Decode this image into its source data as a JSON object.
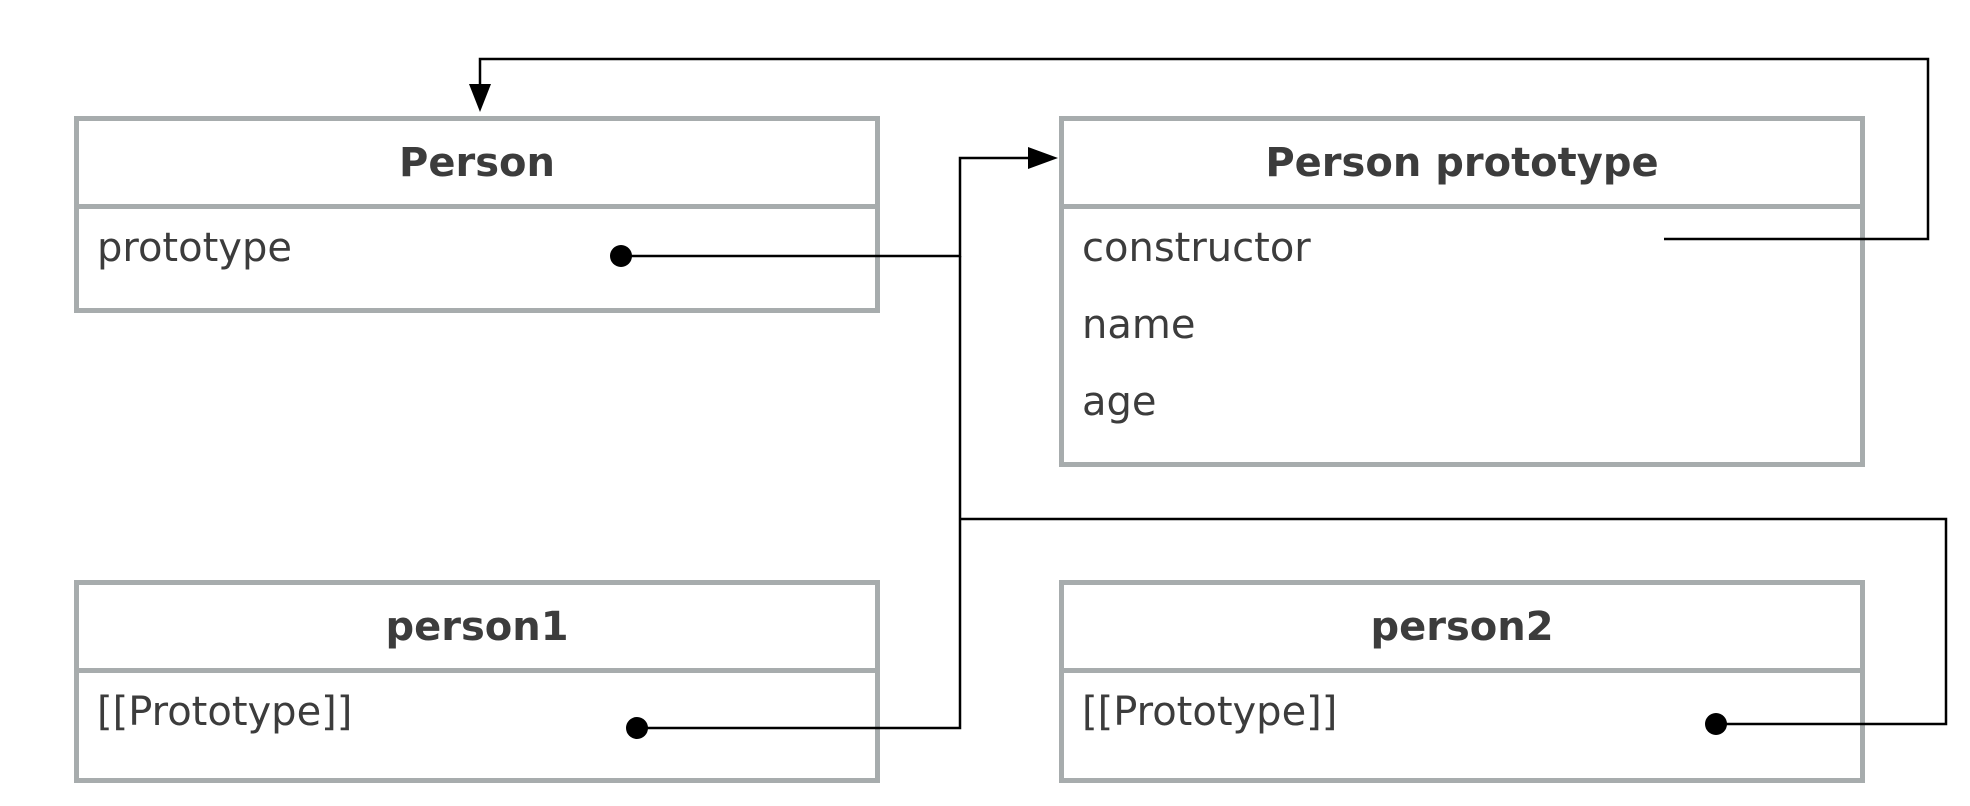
{
  "diagram": {
    "person": {
      "title": "Person",
      "fields": [
        "prototype"
      ]
    },
    "person_prototype": {
      "title": "Person prototype",
      "fields": [
        "constructor",
        "name",
        "age"
      ]
    },
    "person1": {
      "title": "person1",
      "fields": [
        "[[Prototype]]"
      ]
    },
    "person2": {
      "title": "person2",
      "fields": [
        "[[Prototype]]"
      ]
    }
  },
  "colors": {
    "box_border": "#a7acad",
    "text": "#3c3c3c",
    "connector": "#000000"
  }
}
